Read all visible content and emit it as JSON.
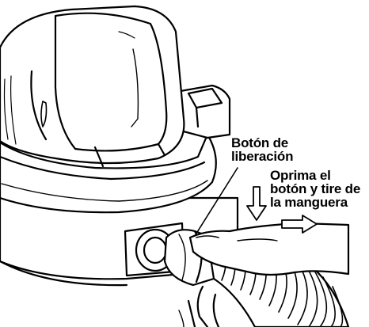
{
  "labels": {
    "release_button": [
      "Botón de",
      "liberación"
    ],
    "instruction": [
      "Oprima el",
      "botón y tire de",
      "la manguera"
    ]
  },
  "colors": {
    "line": "#000000",
    "fill": "#ffffff",
    "shade": "#1a1a1a"
  },
  "icons": {
    "down_arrow": "push-down-arrow-icon",
    "right_arrow": "pull-right-arrow-icon"
  }
}
